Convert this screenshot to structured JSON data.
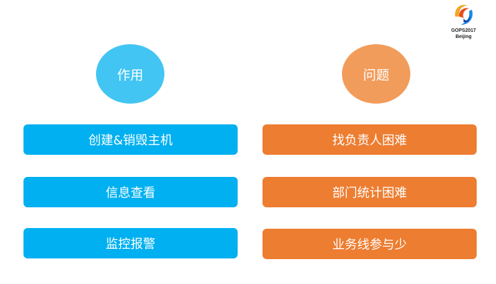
{
  "logo": {
    "line1": "GOPS2017",
    "line2": "Beijing",
    "icon": "flame-swirl-logo-icon"
  },
  "left_column": {
    "heading": "作用",
    "color": "#00b0f0",
    "heading_color": "#42c5f2",
    "items": [
      {
        "label": "创建&销毁主机"
      },
      {
        "label": "信息查看"
      },
      {
        "label": "监控报警"
      }
    ]
  },
  "right_column": {
    "heading": "问题",
    "color": "#ed7d31",
    "heading_color": "#f19c5b",
    "items": [
      {
        "label": "找负责人困难"
      },
      {
        "label": "部门统计困难"
      },
      {
        "label": "业务线参与少"
      }
    ]
  }
}
